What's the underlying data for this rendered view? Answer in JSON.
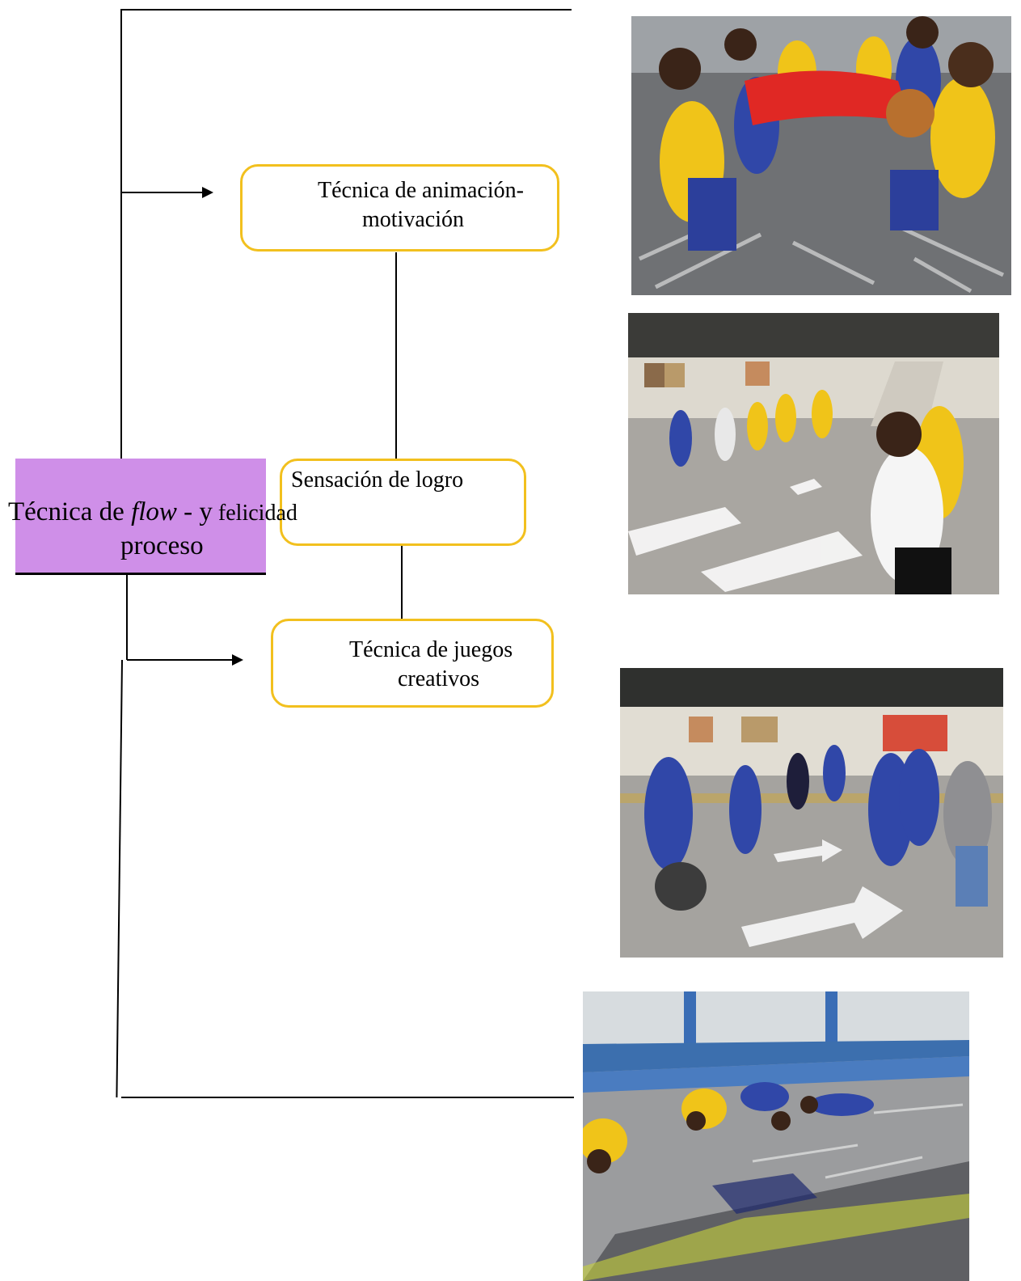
{
  "diagram": {
    "central_node": {
      "text_prefix": "Técnica de ",
      "text_italic": "flow",
      "text_middle": " - y",
      "text_suffix": " felicidad",
      "text_line2": "proceso",
      "fill_color": "#cf8fe8"
    },
    "nodes": [
      {
        "line1": "Técnica de animación-",
        "line2": "motivación"
      },
      {
        "line1": "Sensación de logro"
      },
      {
        "line1": "Técnica de juegos",
        "line2": "creativos"
      }
    ],
    "node_border_color": "#f2c01e"
  },
  "photos": [
    {
      "name": "children-pulling-red-cloth-photo"
    },
    {
      "name": "children-circle-game-courtyard-photo"
    },
    {
      "name": "children-holding-hands-courtyard-photo"
    },
    {
      "name": "children-crawling-court-photo"
    }
  ]
}
